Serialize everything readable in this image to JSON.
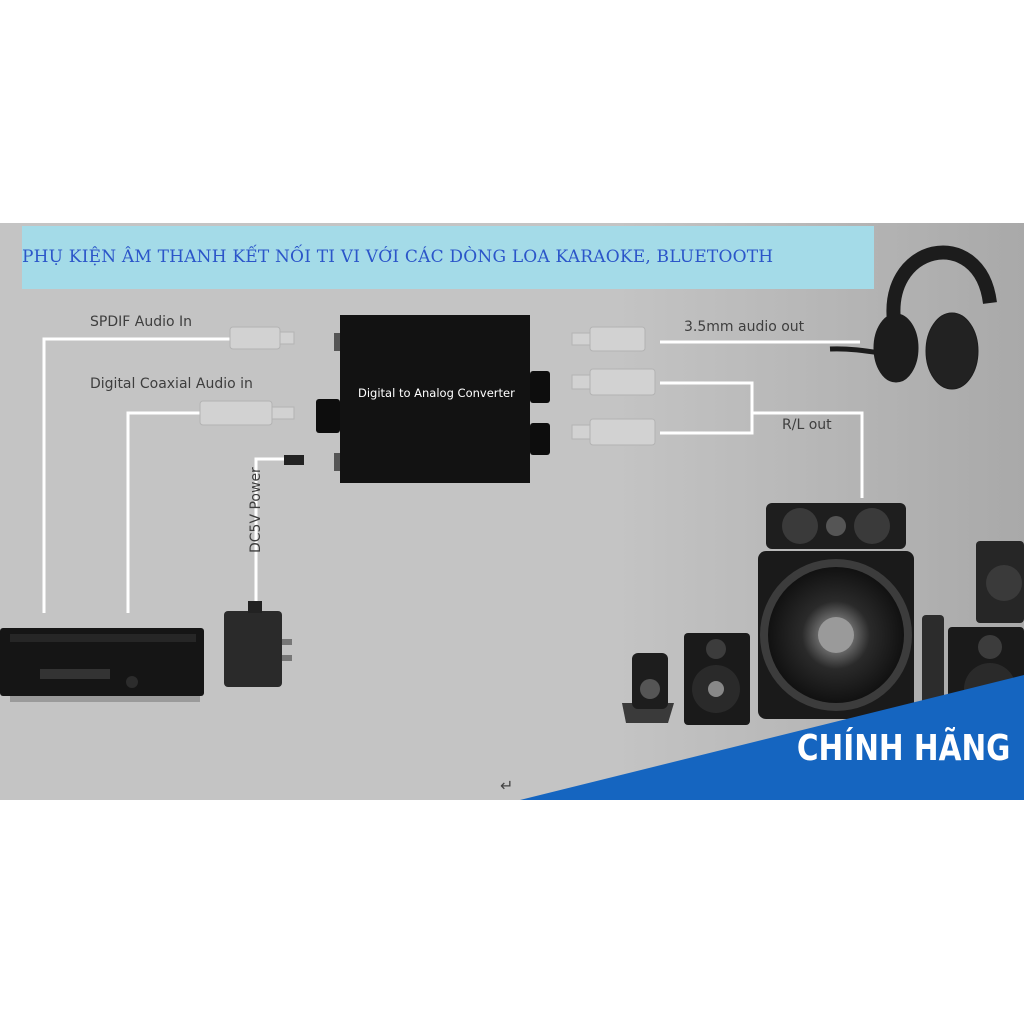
{
  "banner": {
    "text": "PHỤ KIỆN ÂM THANH KẾT NỐI TI VI VỚI CÁC DÒNG LOA KARAOKE, BLUETOOTH"
  },
  "diagram": {
    "spdif_label": "SPDIF Audio In",
    "coax_label": "Digital Coaxial Audio in",
    "converter_label": "Digital to Analog Converter",
    "audio_out_label": "3.5mm audio out",
    "rl_out_label": "R/L out",
    "power_label": "DC5V Power"
  },
  "badge": {
    "text": "CHÍNH HÃNG",
    "color": "#1565c0"
  },
  "colors": {
    "background": "#c4c4c4",
    "banner": "#a4dbe8",
    "banner_text": "#2b55c9",
    "lines": "#ffffff"
  },
  "icons": {
    "enter": "↵"
  }
}
